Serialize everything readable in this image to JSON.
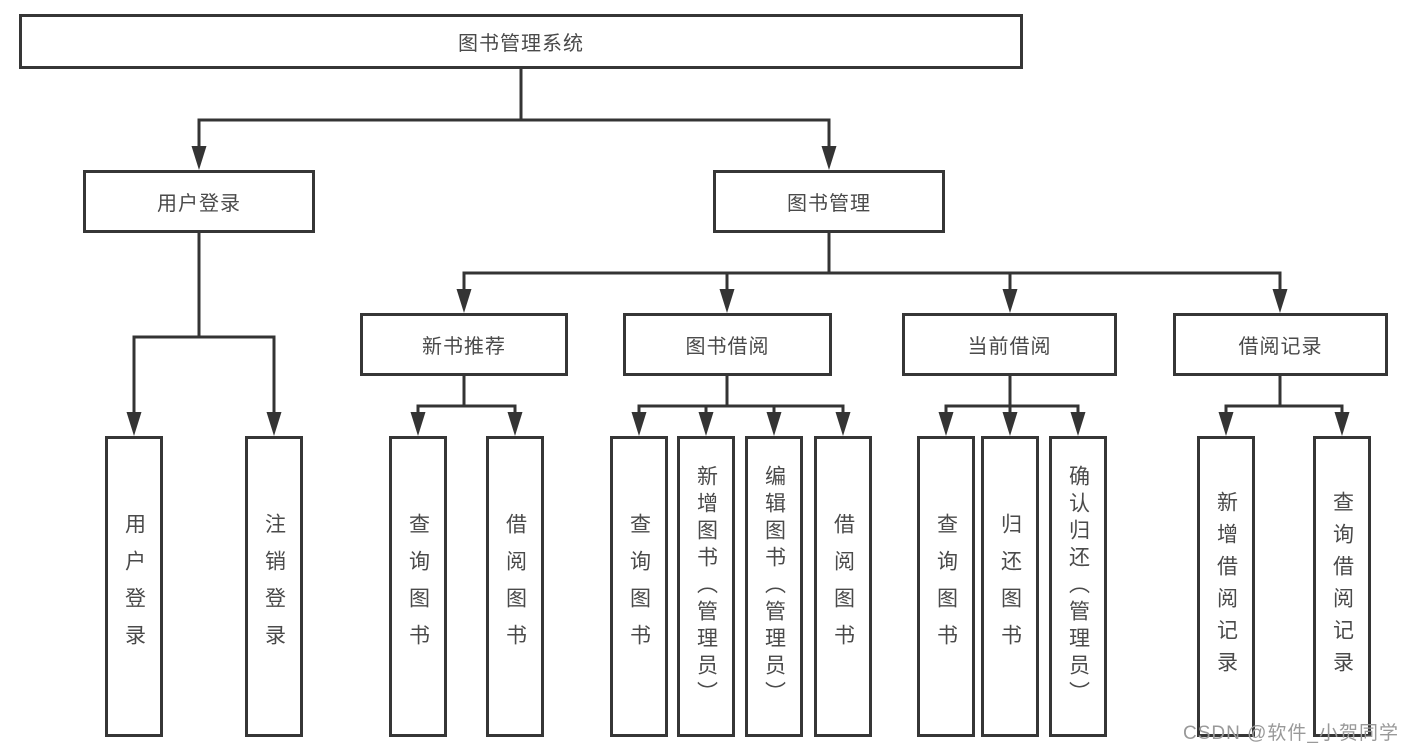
{
  "diagram": {
    "root": "图书管理系统",
    "children": [
      {
        "label": "用户登录",
        "children": [
          {
            "label": "用户登录"
          },
          {
            "label": "注销登录"
          }
        ]
      },
      {
        "label": "图书管理",
        "children": [
          {
            "label": "新书推荐",
            "children": [
              {
                "label": "查询图书"
              },
              {
                "label": "借阅图书"
              }
            ]
          },
          {
            "label": "图书借阅",
            "children": [
              {
                "label": "查询图书"
              },
              {
                "label": "新增图书（管理员）"
              },
              {
                "label": "编辑图书（管理员）"
              },
              {
                "label": "借阅图书"
              }
            ]
          },
          {
            "label": "当前借阅",
            "children": [
              {
                "label": "查询图书"
              },
              {
                "label": "归还图书"
              },
              {
                "label": "确认归还（管理员）"
              }
            ]
          },
          {
            "label": "借阅记录",
            "children": [
              {
                "label": "新增借阅记录"
              },
              {
                "label": "查询借阅记录"
              }
            ]
          }
        ]
      }
    ]
  },
  "watermark": "CSDN @软件_小贺同学",
  "colors": {
    "line": "#343434",
    "box_border": "#363636",
    "text": "#4a4a4a",
    "watermark": "#999999",
    "background": "#ffffff"
  }
}
